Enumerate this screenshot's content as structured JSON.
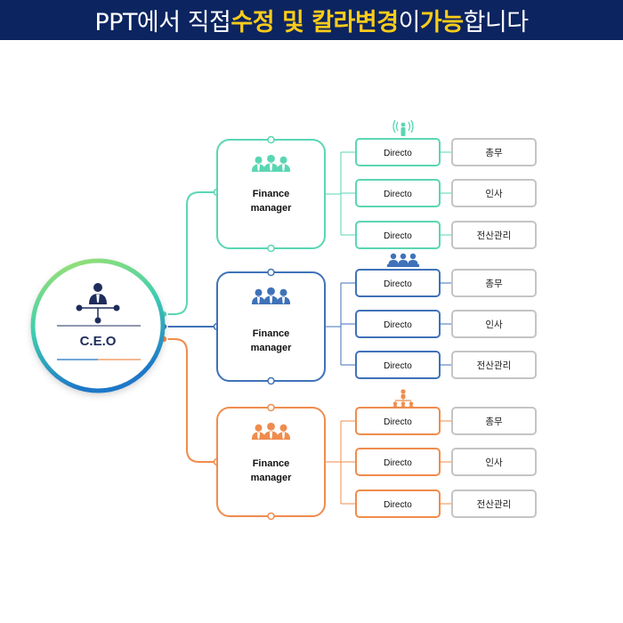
{
  "banner": {
    "parts": [
      {
        "text": "PPT에서 직접 ",
        "highlight": false
      },
      {
        "text": "수정 및 칼라변경",
        "highlight": true
      },
      {
        "text": "이 ",
        "highlight": false
      },
      {
        "text": "가능",
        "highlight": true
      },
      {
        "text": "합니다",
        "highlight": false
      }
    ]
  },
  "ceo": {
    "label": "C.E.O"
  },
  "colors": {
    "green": "#5ad6b3",
    "blue": "#3f72b9",
    "orange": "#ef8c4d",
    "ceo_blue": "#1e6fc0",
    "dark": "#1f2d5c",
    "gray_box": "#c4c4c4",
    "banner_bg": "#0c2460",
    "highlight": "#fccc1a"
  },
  "groups": [
    {
      "color_key": "green",
      "manager_line1": "Finance",
      "manager_line2": "manager",
      "manager_icon": "three-people-icon",
      "small_icon": "broadcast-person-icon",
      "rows": [
        {
          "director": "Directo",
          "dept": "총무"
        },
        {
          "director": "Directo",
          "dept": "인사"
        },
        {
          "director": "Directo",
          "dept": "전산관리"
        }
      ]
    },
    {
      "color_key": "blue",
      "manager_line1": "Finance",
      "manager_line2": "manager",
      "manager_icon": "three-people-icon",
      "small_icon": "team-group-icon",
      "rows": [
        {
          "director": "Directo",
          "dept": "총무"
        },
        {
          "director": "Directo",
          "dept": "인사"
        },
        {
          "director": "Directo",
          "dept": "전산관리"
        }
      ]
    },
    {
      "color_key": "orange",
      "manager_line1": "Finance",
      "manager_line2": "manager",
      "manager_icon": "three-people-icon",
      "small_icon": "org-hierarchy-icon",
      "rows": [
        {
          "director": "Directo",
          "dept": "총무"
        },
        {
          "director": "Directo",
          "dept": "인사"
        },
        {
          "director": "Directo",
          "dept": "전산관리"
        }
      ]
    }
  ]
}
